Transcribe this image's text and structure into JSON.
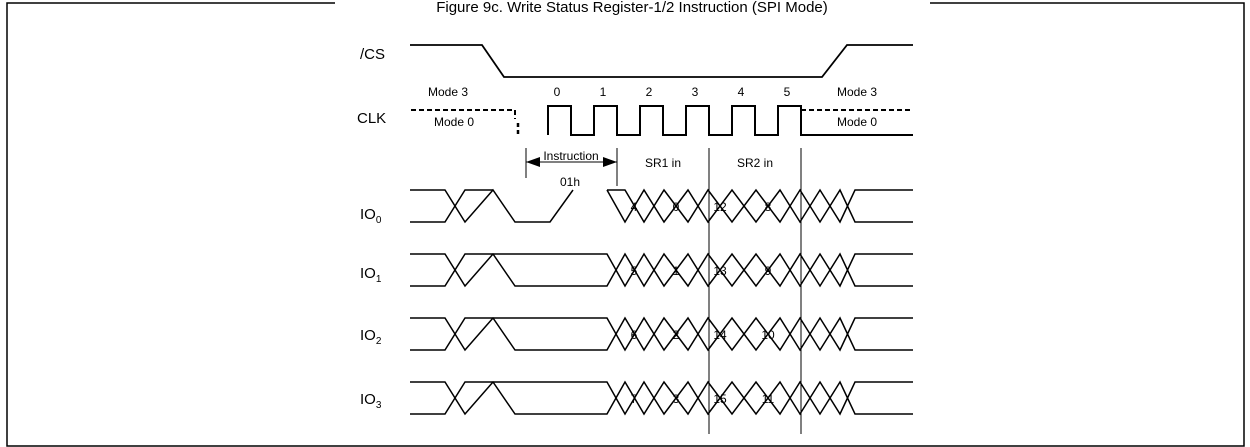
{
  "figure_title": "Figure 9c. Write Status Register-1/2 Instruction (SPI Mode)",
  "signals": {
    "cs": "/CS",
    "clk": "CLK",
    "io0": {
      "name": "IO",
      "sub": "0"
    },
    "io1": {
      "name": "IO",
      "sub": "1"
    },
    "io2": {
      "name": "IO",
      "sub": "2"
    },
    "io3": {
      "name": "IO",
      "sub": "3"
    }
  },
  "clk_labels": {
    "mode3_left": "Mode 3",
    "mode0_left": "Mode 0",
    "mode3_right": "Mode 3",
    "mode0_right": "Mode 0",
    "cycles": [
      "0",
      "1",
      "2",
      "3",
      "4",
      "5"
    ]
  },
  "phases": {
    "instruction": "Instruction",
    "instruction_code": "01h",
    "sr1": "SR1 in",
    "sr2": "SR2 in"
  },
  "io_bits": {
    "io0": [
      "4",
      "0",
      "12",
      "8"
    ],
    "io1": [
      "5",
      "1",
      "13",
      "9"
    ],
    "io2": [
      "6",
      "2",
      "14",
      "10"
    ],
    "io3": [
      "7",
      "3",
      "15",
      "11"
    ]
  }
}
